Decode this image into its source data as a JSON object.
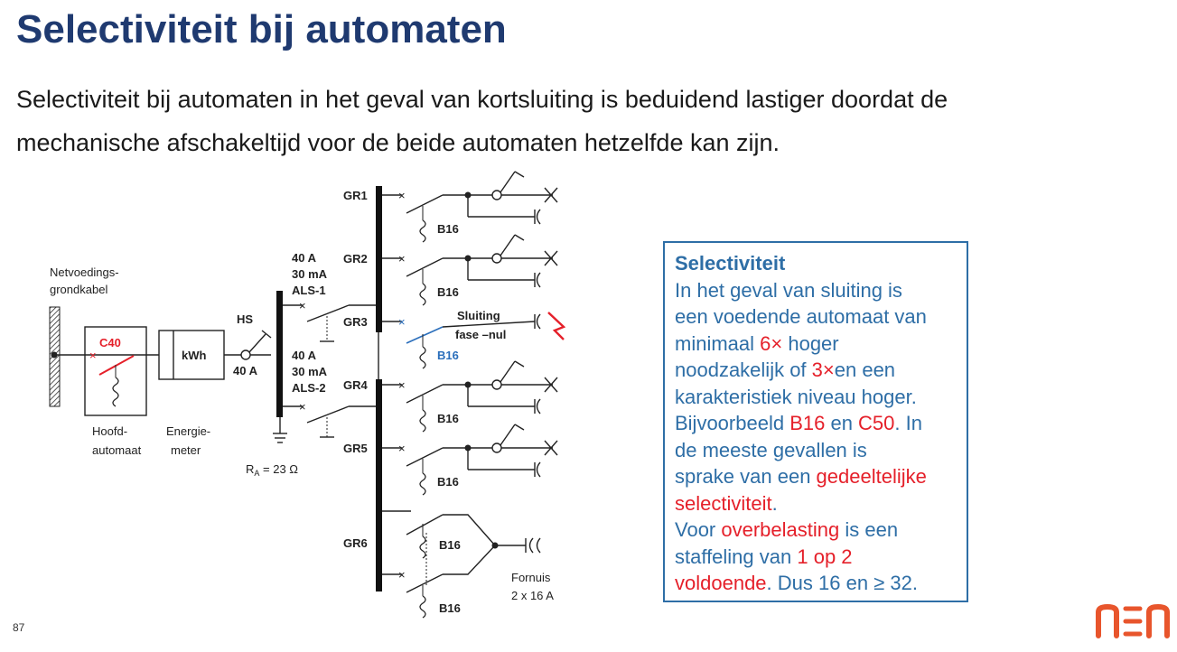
{
  "slide": {
    "title": "Selectiviteit bij automaten",
    "intro_line1": "Selectiviteit bij automaten in het geval van kortsluiting is beduidend lastiger doordat de",
    "intro_line2": "mechanische afschakeltijd voor de beide automaten hetzelfde kan zijn.",
    "page_number": "87",
    "logo_text": "nen"
  },
  "diagram": {
    "netvoeding_1": "Netvoedings-",
    "netvoeding_2": "grondkabel",
    "c40": "C40",
    "kwh": "kWh",
    "hs": "HS",
    "hs_rating": "40 A",
    "hoofd_1": "Hoofd-",
    "hoofd_2": "automaat",
    "energie_1": "Energie-",
    "energie_2": "meter",
    "als1_1": "40 A",
    "als1_2": "30 mA",
    "als1_3": "ALS-1",
    "als2_1": "40 A",
    "als2_2": "30 mA",
    "als2_3": "ALS-2",
    "ra": "R",
    "ra_sub": "A",
    "ra_value": " = 23 Ω",
    "gr1": "GR1",
    "gr2": "GR2",
    "gr3": "GR3",
    "gr4": "GR4",
    "gr5": "GR5",
    "gr6": "GR6",
    "b16_1": "B16",
    "b16_2": "B16",
    "b16_3": "B16",
    "b16_4": "B16",
    "b16_5": "B16",
    "b16_6": "B16",
    "b16_7": "B16",
    "sluiting_1": "Sluiting",
    "sluiting_2": "fase –nul",
    "fornuis_1": "Fornuis",
    "fornuis_2": "2 x 16 A",
    "colors": {
      "title": "#1f3a70",
      "box": "#2e6ea6",
      "red": "#e5202a",
      "blue": "#2a6ebb"
    }
  },
  "infobox": {
    "heading": "Selectiviteit",
    "l1": "In het geval van sluiting is",
    "l2": "een voedende automaat van",
    "l3a": "minimaal ",
    "l3b": "6×",
    "l3c": " hoger",
    "l4a": "noodzakelijk of ",
    "l4b": "3×",
    "l4c": "en een",
    "l5": "karakteristiek niveau hoger.",
    "l6a": "Bijvoorbeeld ",
    "l6b": "B16",
    "l6c": " en ",
    "l6d": "C50",
    "l6e": ". In",
    "l7": "de meeste gevallen is",
    "l8a": "sprake van een ",
    "l8b": "gedeeltelijke",
    "l9": "selectiviteit",
    "l9b": ".",
    "l10a": "Voor ",
    "l10b": "overbelasting",
    "l10c": " is een",
    "l11": "staffeling van ",
    "l11b": "1 op 2",
    "l12a": "voldoende",
    "l12b": ". Dus 16 en  ≥ 32."
  }
}
